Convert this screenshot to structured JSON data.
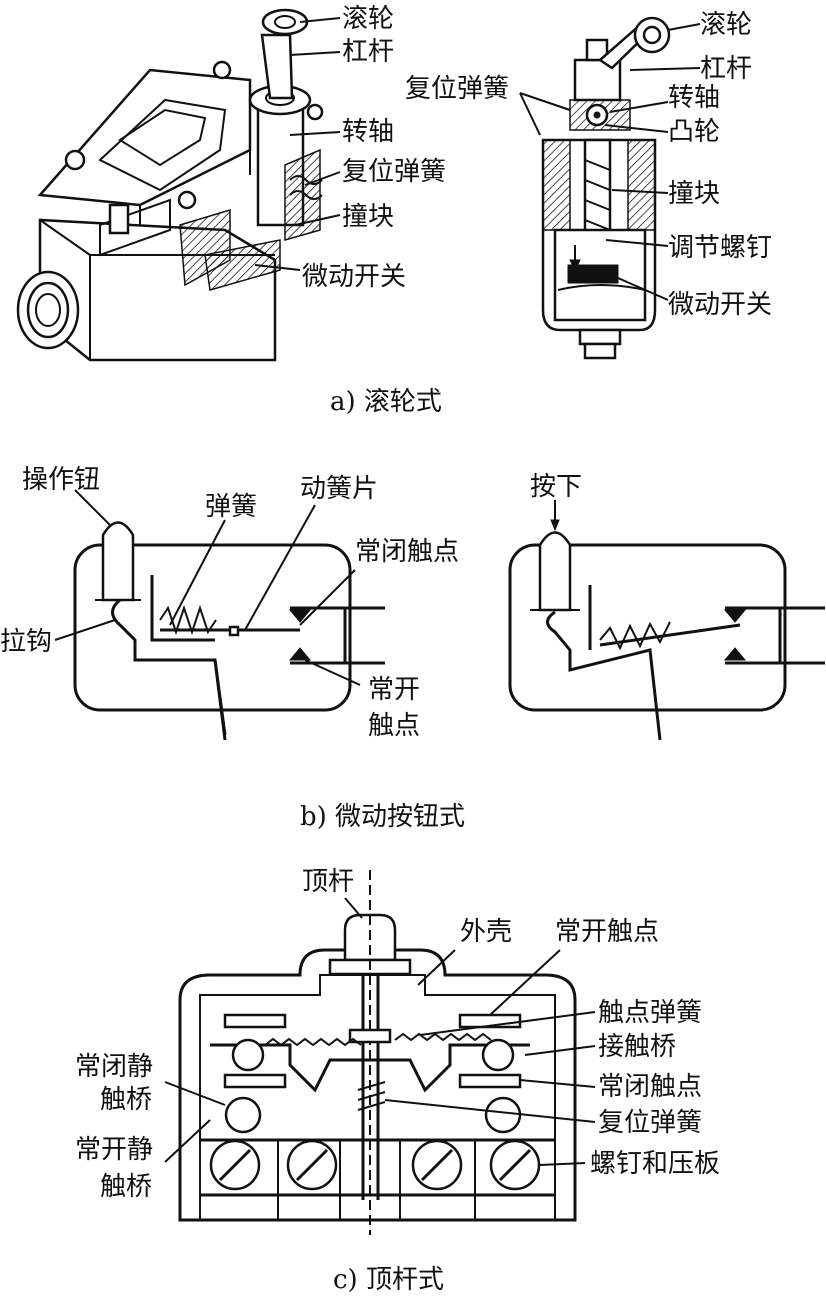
{
  "panel_a": {
    "caption": "a) 滚轮式",
    "left": {
      "roller": "滚轮",
      "lever": "杠杆",
      "shaft": "转轴",
      "reset_spring": "复位弹簧",
      "striker": "撞块",
      "microswitch": "微动开关"
    },
    "right": {
      "roller": "滚轮",
      "lever": "杠杆",
      "reset_spring": "复位弹簧",
      "shaft": "转轴",
      "cam": "凸轮",
      "striker": "撞块",
      "adjust_screw": "调节螺钉",
      "microswitch": "微动开关"
    }
  },
  "panel_b": {
    "caption": "b) 微动按钮式",
    "operate_button": "操作钮",
    "spring": "弹簧",
    "moving_reed": "动簧片",
    "nc_contact": "常闭触点",
    "pull_hook": "拉钩",
    "no_contact_line1": "常开",
    "no_contact_line2": "触点",
    "press": "按下"
  },
  "panel_c": {
    "caption": "c) 顶杆式",
    "push_rod": "顶杆",
    "housing": "外壳",
    "no_contact": "常开触点",
    "contact_spring": "触点弹簧",
    "contact_bridge": "接触桥",
    "nc_static_line1": "常闭静",
    "nc_static_line2": "触桥",
    "nc_contact": "常闭触点",
    "reset_spring": "复位弹簧",
    "no_static_line1": "常开静",
    "no_static_line2": "触桥",
    "screw_plate": "螺钉和压板"
  }
}
